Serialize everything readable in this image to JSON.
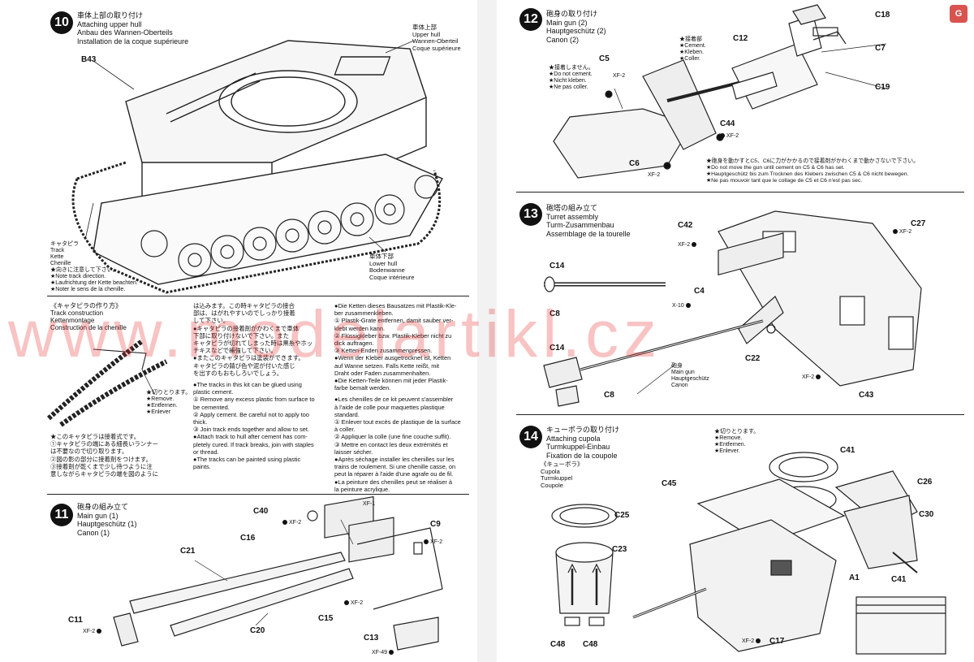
{
  "steps": {
    "s10": {
      "number": "10",
      "title_jp": "車体上部の取り付け",
      "title_en": "Attaching upper hull",
      "title_de": "Anbau des Wannen-Oberteils",
      "title_fr": "Installation de la coque supérieure",
      "upper_hull": [
        "車体上部",
        "Upper hull",
        "Wannen-Oberteil",
        "Coque supérieure"
      ],
      "b43": "B43",
      "track": [
        "キャタピラ",
        "Track",
        "Kette",
        "Chenille",
        "★向きに注意して下さい。",
        "★Note track direction.",
        "★Laufrichtung der Kette beachten.",
        "★Noter le sens de la chenille."
      ],
      "lower_hull": [
        "車体下部",
        "Lower hull",
        "Bodenwanne",
        "Coque intérieure"
      ]
    },
    "track_construction": {
      "title_jp": "《キャタピラの作り方》",
      "title_en": "Track construction",
      "title_de": "Kettenmontage",
      "title_fr": "Construction de la chenille",
      "cut_note": [
        "★切りとります。",
        "★Remove.",
        "★Entfernen.",
        "★Enlever"
      ],
      "jp_lines": [
        "★このキャタピラは接着式です。",
        "①キャタピラの端にある細長いランナー",
        "は不要なので切り取ります。",
        "②図の影の部分に接着剤をつけます。",
        "③接着剤が乾くまで少し待つように注",
        "意しながらキャタピラの端を図のように"
      ],
      "col2_jp": [
        "は込みます。この時キャタピラの接合",
        "部は、はがれやすいのでしっかり接着",
        "して下さい。",
        "●キャタピラの接着剤がかわくまで車体",
        "下部に取り付けないで下さい。また",
        "キャタピラが切れてしまった時は黒糸やホッ",
        "チキスなどで補強して下さい。",
        "●またこのキャタピラは塗装ができます。",
        "キャタピラの錆び色や泥が付いた感じ",
        "を出すのもおもしろいでしょう。"
      ],
      "col2_en": [
        "●The tracks in this kit can be glued using",
        "plastic cement.",
        "① Remove any excess plastic from surface to",
        "be cemented.",
        "② Apply cement. Be careful not to apply too",
        "thick.",
        "③ Join track ends together and allow to set.",
        "●Attach track to hull after cement has com-",
        "pletely cured. If track breaks, join with staples",
        "or thread.",
        "●The tracks can be painted using plastic",
        "paints."
      ],
      "col3_de": [
        "●Die Ketten dieses Bausatzes mit Plastik-Kle-",
        "ber zusammenkleben.",
        "① Plastik-Grate entfernen, damit sauber ver-",
        "klebt werden kann.",
        "② Flüssigkleber bzw. Plastik-Kleber nicht zu",
        "dick auftragen.",
        "③ Ketten-Enden zusammenpressen.",
        "●Wenn der Kleber ausgetrocknet ist, Ketten",
        "auf Wanne setzen. Falls Kette reißt, mit",
        "Draht oder Faden zusammenhalten.",
        "●Die Ketten-Teile können mit jeder Plastik-",
        "farbe bemalt werden."
      ],
      "col3_fr": [
        "●Les chenilles de ce kit peuvent s'assembler",
        "à l'aide de colle pour maquettes plastique",
        "standard.",
        "① Enlever tout excès de plastique de la surface",
        "à coller.",
        "② Appliquer la colle (une fine couche suffit).",
        "③ Mettre en contact les deux extrémités et",
        "laisser sécher.",
        "●Après séchage installer les chenilles sur les",
        "trains de roulement. Si une chenille casse, on",
        "peut la réparer à l'aide d'une agrafe ou de fil.",
        "●La peinture des chenilles peut se réaliser à",
        "la peinture acrylique."
      ]
    },
    "s11": {
      "number": "11",
      "title_jp": "砲身の組み立て",
      "title_en": "Main gun (1)",
      "title_de": "Hauptgeschütz (1)",
      "title_fr": "Canon (1)",
      "parts": [
        "C40",
        "XF-2",
        "XF-1",
        "C9",
        "XF-2",
        "C16",
        "C21",
        "XF-2",
        "C20",
        "C15",
        "C11",
        "XF-2",
        "C13",
        "XF-49"
      ]
    },
    "s12": {
      "number": "12",
      "title_jp": "砲身の取り付け",
      "title_en": "Main gun (2)",
      "title_de": "Hauptgeschütz (2)",
      "title_fr": "Canon (2)",
      "parts": [
        "C18",
        "C12",
        "C7",
        "C19",
        "C5",
        "XF-2",
        "C44",
        "XF-2",
        "C6",
        "XF-2"
      ],
      "cement_note": [
        "★接着部",
        "★Cement.",
        "★Kleben.",
        "★Coller."
      ],
      "no_cement_note": [
        "★接着しません。",
        "★Do not cement.",
        "★Nicht kleben.",
        "★Ne pas coller."
      ],
      "footnote": [
        "★砲身を動かすとC5、C6に力がかかるので接着剤がかわくまで動かさないで下さい。",
        "★Do not move the gun until cement on C5 & C6 has set.",
        "★Hauptgeschütz bis zum Trocknen des Klebers zwischen C5 & C6 nicht bewegen.",
        "★Ne pas mouvoir tant que le collage de C5 et C6 n'est pas sec."
      ]
    },
    "s13": {
      "number": "13",
      "title_jp": "砲塔の組み立て",
      "title_en": "Turret assembly",
      "title_de": "Turm-Zusammenbau",
      "title_fr": "Assemblage de la tourelle",
      "parts": [
        "C42",
        "C27",
        "XF-2",
        "XF-2",
        "C14",
        "C8",
        "C4",
        "X-10",
        "C22",
        "C14",
        "XF-2",
        "C43",
        "C8"
      ],
      "main_gun": [
        "砲身",
        "Main gun",
        "Hauptgeschütz",
        "Canon"
      ]
    },
    "s14": {
      "number": "14",
      "title_jp": "キューポラの取り付け",
      "title_en": "Attaching cupola",
      "title_de": "Turmkuppel-Einbau",
      "title_fr": "Fixation de la coupole",
      "cut_note": [
        "★切りとります。",
        "★Remove.",
        "★Entfernen.",
        "★Enlever."
      ],
      "cupola": [
        "《キューポラ》",
        "Cupola",
        "Turmkuppel",
        "Coupole"
      ],
      "parts": [
        "C41",
        "C45",
        "C26",
        "C25",
        "C30",
        "C23",
        "A1",
        "C41",
        "C48",
        "C48",
        "XF-2",
        "C17"
      ]
    }
  },
  "watermark": "www.modelartikl.cz"
}
